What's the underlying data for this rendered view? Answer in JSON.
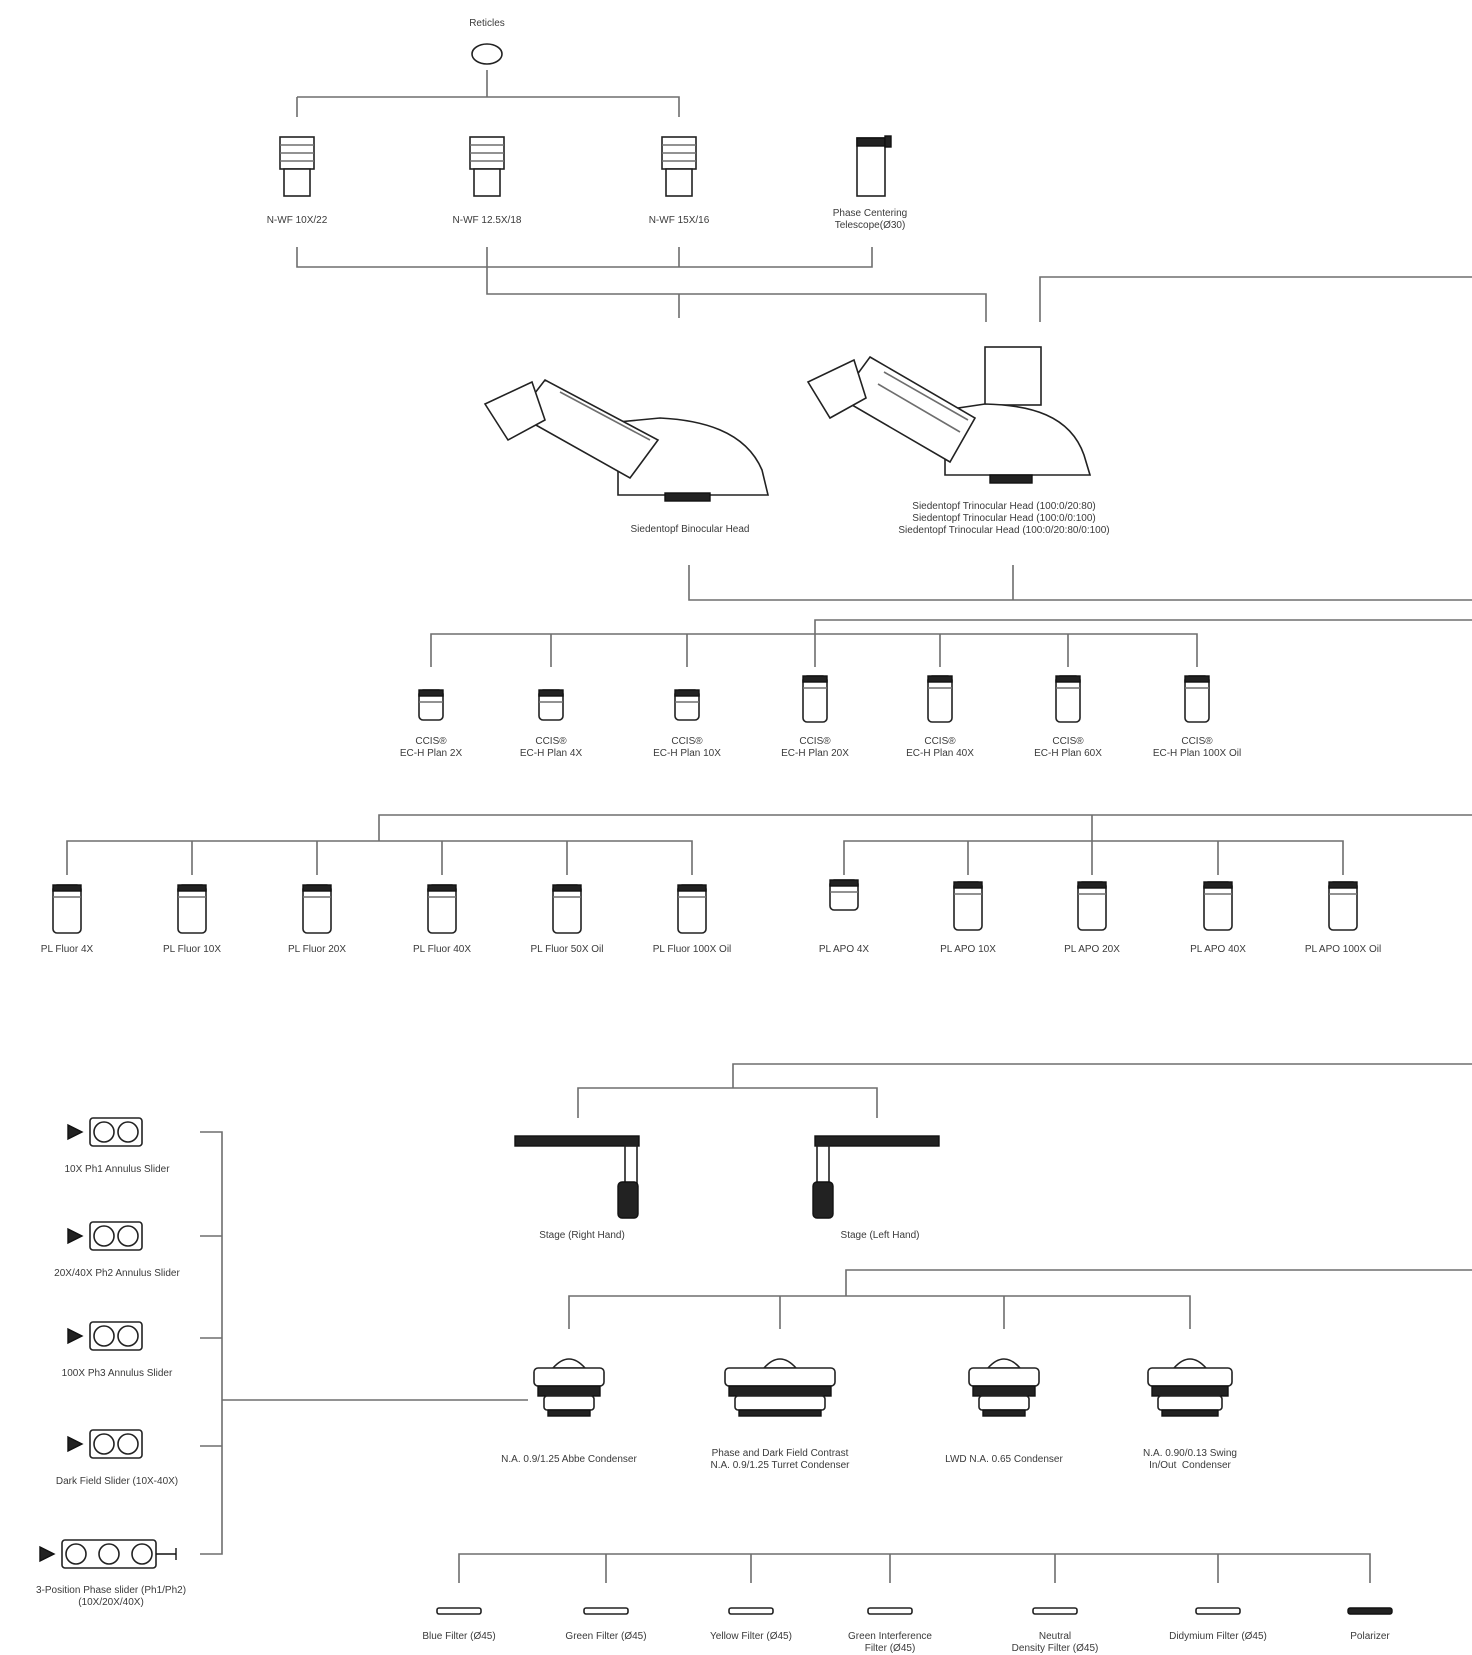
{
  "reticles": "Reticles",
  "eyepieces": [
    "N-WF 10X/22",
    "N-WF 12.5X/18",
    "N-WF 15X/16",
    "Phase Centering\nTelescope(Ø30)"
  ],
  "heads": {
    "binocular": "Siedentopf Binocular Head",
    "trinocular": "Siedentopf Trinocular Head (100:0/20:80)\nSiedentopf Trinocular Head (100:0/0:100)\nSiedentopf Trinocular Head (100:0/20:80/0:100)"
  },
  "ccis_objectives": [
    "CCIS®\nEC-H Plan 2X",
    "CCIS®\nEC-H Plan 4X",
    "CCIS®\nEC-H Plan 10X",
    "CCIS®\nEC-H Plan 20X",
    "CCIS®\nEC-H Plan 40X",
    "CCIS®\nEC-H Plan 60X",
    "CCIS®\nEC-H Plan 100X Oil"
  ],
  "fluor_objectives": [
    "PL Fluor 4X",
    "PL Fluor 10X",
    "PL Fluor 20X",
    "PL Fluor 40X",
    "PL Fluor 50X Oil",
    "PL Fluor 100X Oil"
  ],
  "apo_objectives": [
    "PL APO 4X",
    "PL APO 10X",
    "PL APO 20X",
    "PL APO 40X",
    "PL APO 100X Oil"
  ],
  "sliders": [
    "10X Ph1 Annulus Slider",
    "20X/40X Ph2 Annulus Slider",
    "100X Ph3 Annulus Slider",
    "Dark Field Slider (10X-40X)",
    "3-Position Phase slider (Ph1/Ph2)\n(10X/20X/40X)"
  ],
  "stages": [
    "Stage (Right Hand)",
    "Stage (Left Hand)"
  ],
  "condensers": [
    "N.A. 0.9/1.25 Abbe Condenser",
    "Phase and Dark Field Contrast\nN.A. 0.9/1.25 Turret Condenser",
    "LWD N.A. 0.65 Condenser",
    "N.A. 0.90/0.13 Swing\nIn/Out  Condenser"
  ],
  "filters": [
    "Blue Filter (Ø45)",
    "Green Filter (Ø45)",
    "Yellow Filter (Ø45)",
    "Green Interference\nFilter (Ø45)",
    "Neutral\nDensity Filter (Ø45)",
    "Didymium Filter (Ø45)",
    "Polarizer"
  ]
}
